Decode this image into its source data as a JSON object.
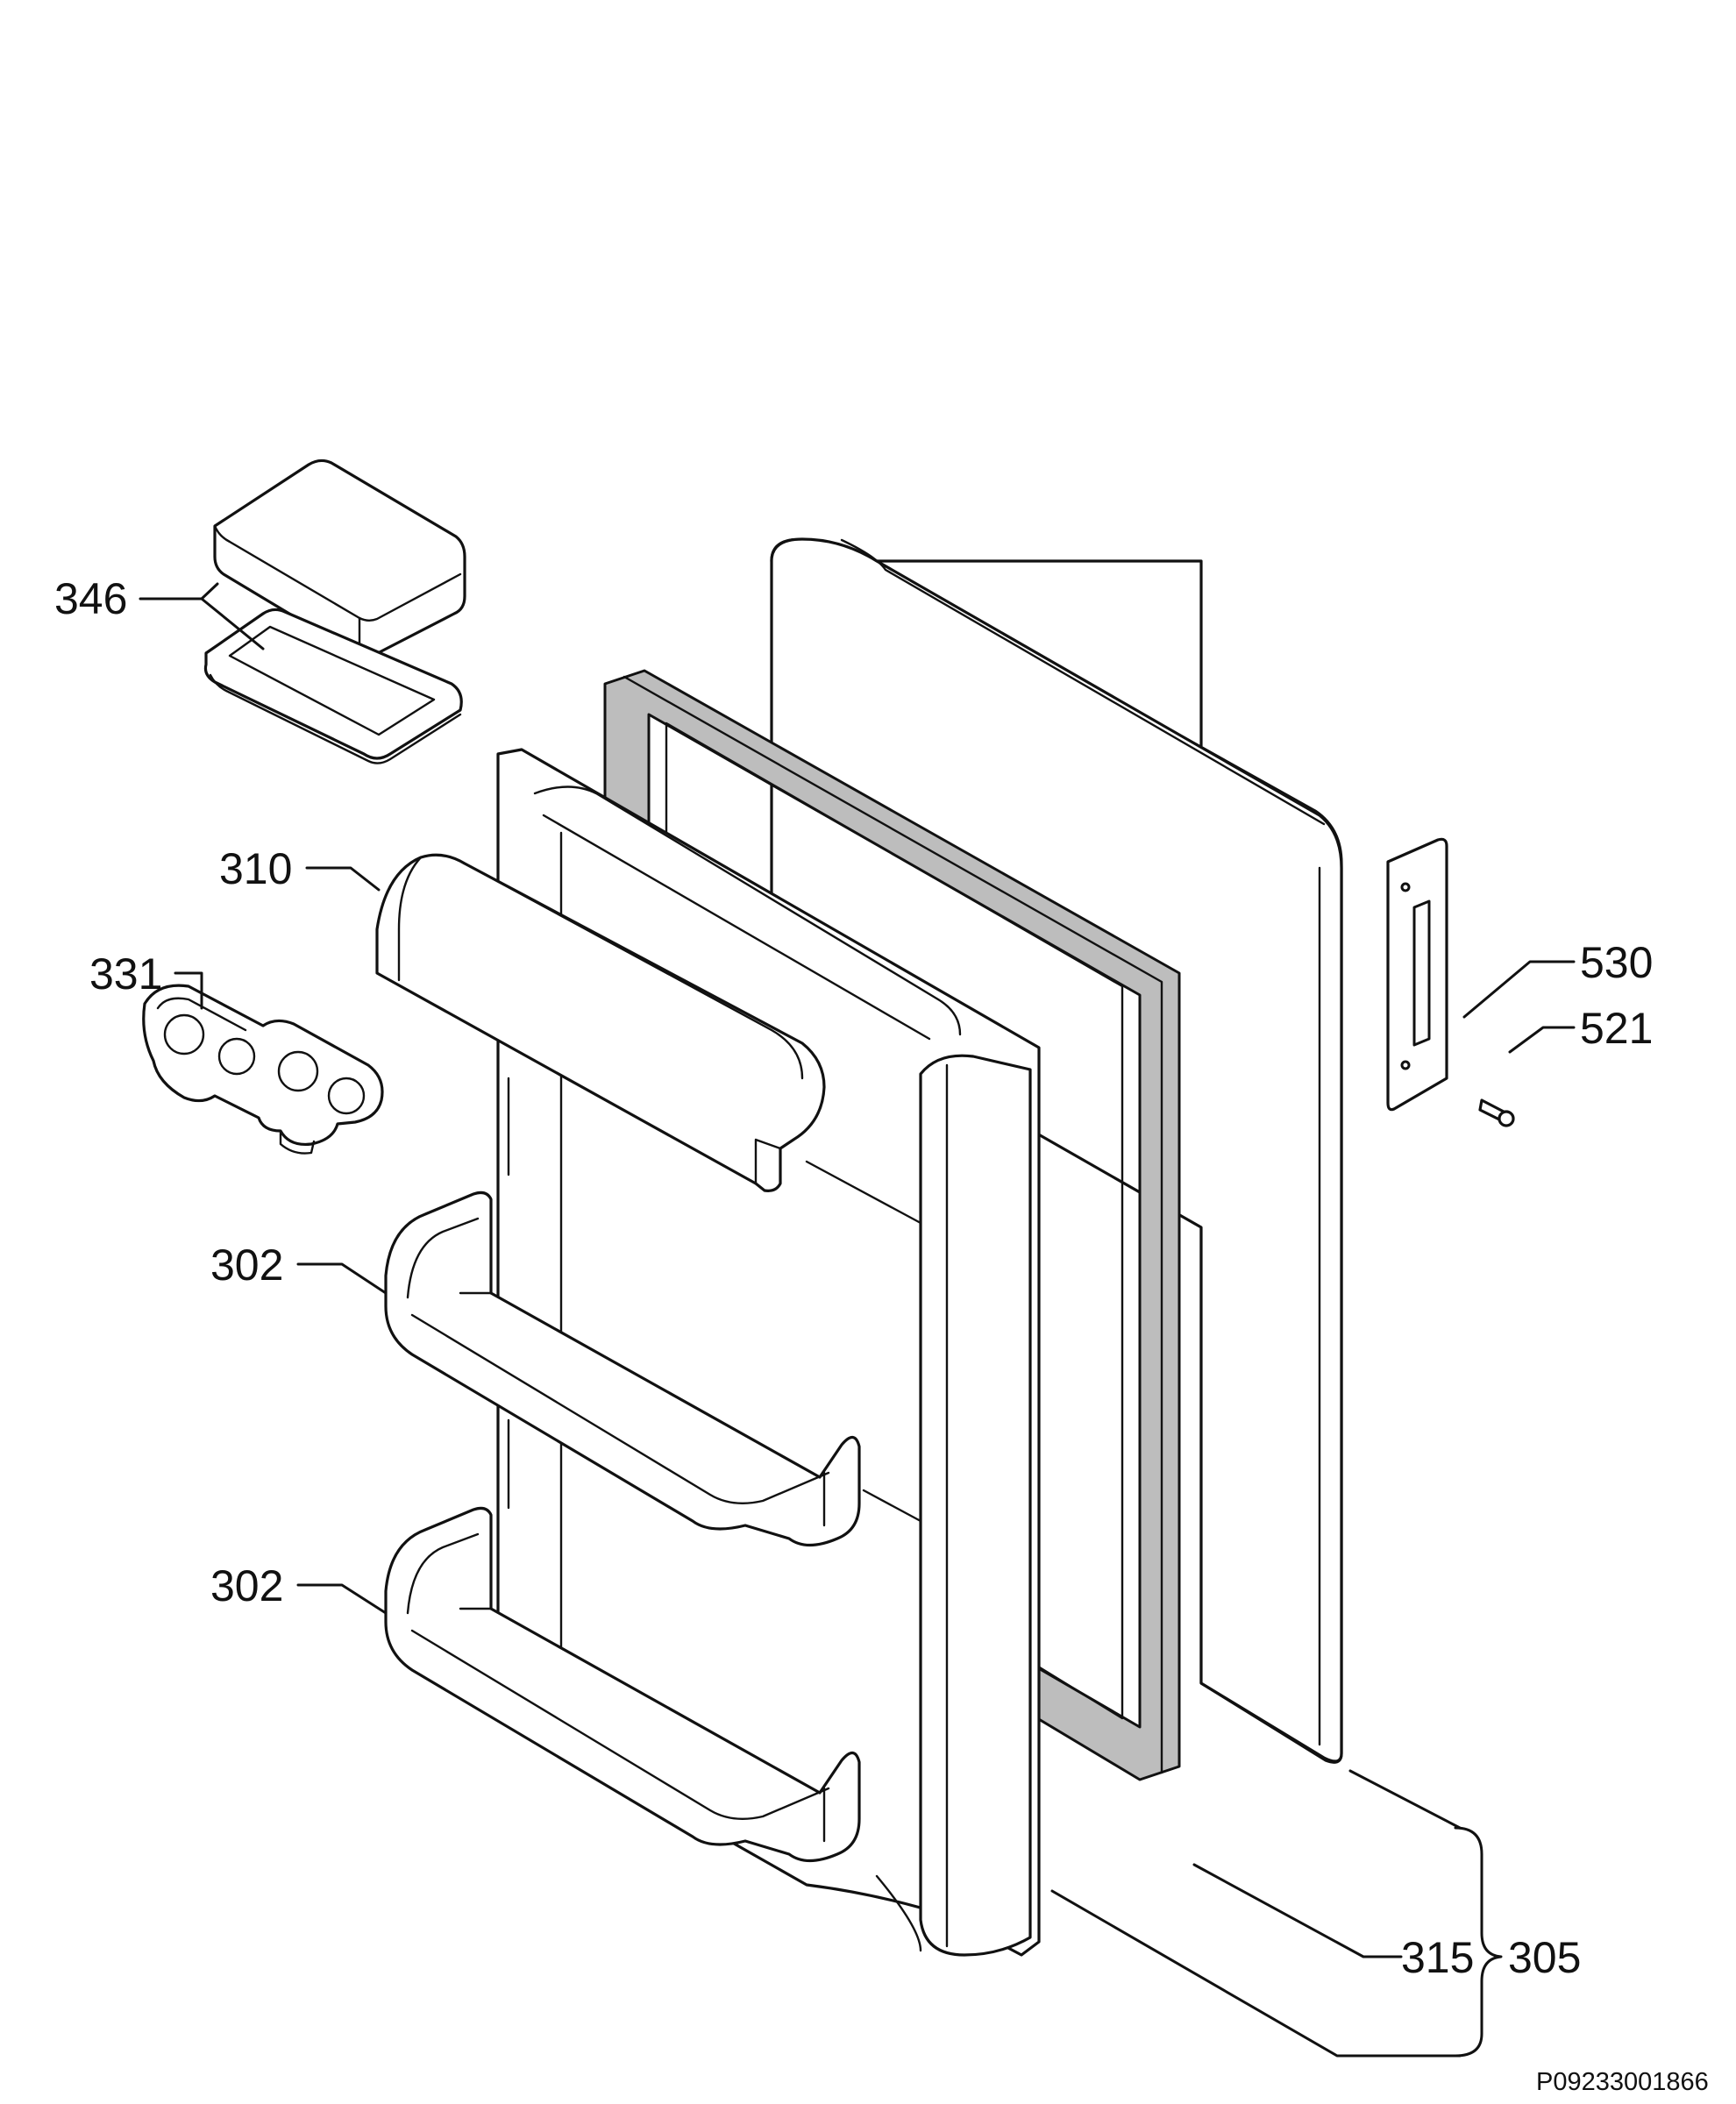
{
  "callouts": {
    "c346": "346",
    "c310": "310",
    "c331": "331",
    "c302a": "302",
    "c302b": "302",
    "c530": "530",
    "c521": "521",
    "c315": "315",
    "c305": "305"
  },
  "drawing_code": "P09233001866",
  "colors": {
    "line": "#111111",
    "gasket_fill": "#bdbdbd",
    "background": "#ffffff"
  }
}
